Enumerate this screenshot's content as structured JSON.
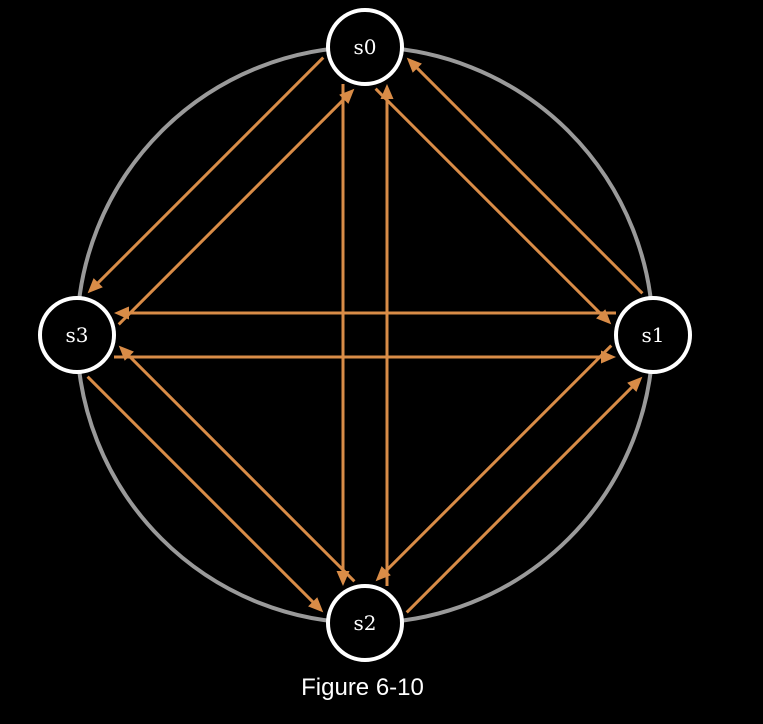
{
  "colors": {
    "background": "#000000",
    "ring": "#9a9a9a",
    "edge": "#d98c47",
    "node_fill": "#000000",
    "node_stroke": "#ffffff",
    "text": "#ffffff"
  },
  "nodes": [
    {
      "id": "s0",
      "label": "s0"
    },
    {
      "id": "s1",
      "label": "s1"
    },
    {
      "id": "s2",
      "label": "s2"
    },
    {
      "id": "s3",
      "label": "s3"
    }
  ],
  "edges": [
    {
      "from": "s0",
      "to": "s1"
    },
    {
      "from": "s1",
      "to": "s0"
    },
    {
      "from": "s0",
      "to": "s2"
    },
    {
      "from": "s2",
      "to": "s0"
    },
    {
      "from": "s0",
      "to": "s3"
    },
    {
      "from": "s3",
      "to": "s0"
    },
    {
      "from": "s1",
      "to": "s2"
    },
    {
      "from": "s2",
      "to": "s1"
    },
    {
      "from": "s1",
      "to": "s3"
    },
    {
      "from": "s3",
      "to": "s1"
    },
    {
      "from": "s2",
      "to": "s3"
    },
    {
      "from": "s3",
      "to": "s2"
    }
  ],
  "caption": "Figure 6-10"
}
